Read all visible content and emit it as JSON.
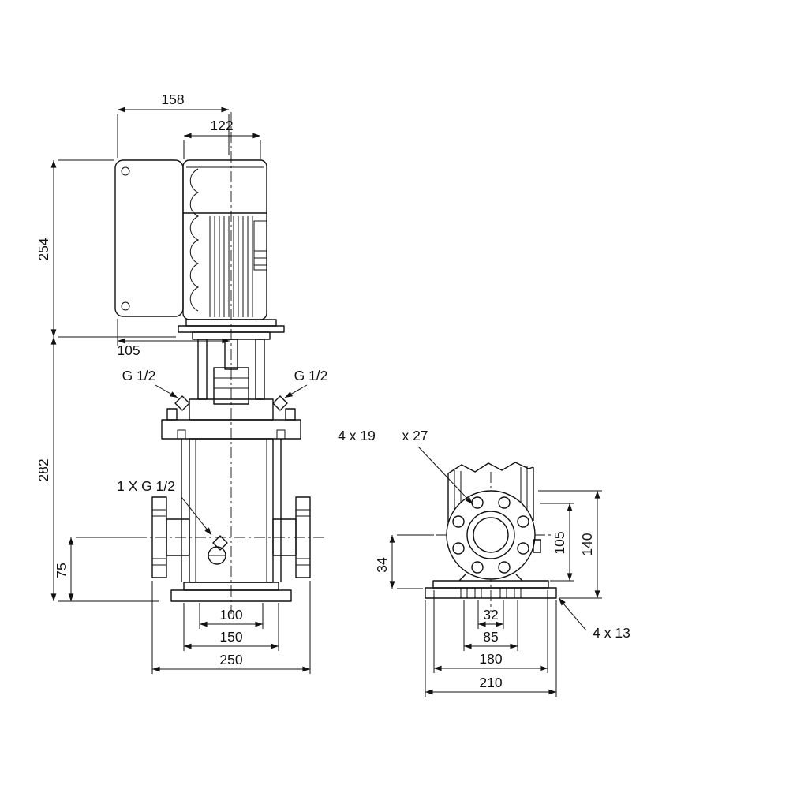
{
  "drawing": {
    "background": "#ffffff",
    "stroke": "#111111",
    "kind": "pump dimensional drawing"
  },
  "front_view": {
    "dims": {
      "total_width": "158",
      "motor_width": "122",
      "motor_height": "254",
      "head_offset": "105",
      "pump_height": "282",
      "port_height": "75",
      "base_hole_span": "100",
      "base_width": "150",
      "flange_span": "250"
    },
    "labels": {
      "port_left": "G 1/2",
      "port_right": "G 1/2",
      "drain": "1 X G 1/2"
    }
  },
  "end_view": {
    "dims": {
      "foot_height": "34",
      "flange_height": "105",
      "overall_height": "140",
      "hole_span_inner": "32",
      "hole_span_outer": "85",
      "base_hole_span": "180",
      "base_width": "210"
    },
    "labels": {
      "flange_holes_a": "4 x 19",
      "flange_holes_b": "x 27",
      "base_holes": "4  x  13"
    }
  }
}
